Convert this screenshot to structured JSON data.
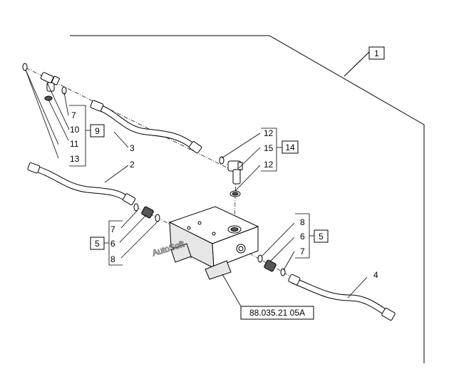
{
  "callouts": {
    "assembly": "1",
    "pipe_2": "2",
    "pipe_3": "3",
    "pipe_4": "4",
    "group_left_top": "9",
    "item_7_top": "7",
    "item_10": "10",
    "item_11": "11",
    "item_13": "13",
    "group_elbow": "14",
    "item_12_upper": "12",
    "item_15": "15",
    "item_12_lower": "12",
    "group_left_bottom": "5",
    "item_7_left": "7",
    "item_6_left": "6",
    "item_8_left": "8",
    "group_right": "5",
    "item_8_right": "8",
    "item_6_right": "6",
    "item_7_right": "7",
    "reference": "88.035.21 05A"
  },
  "watermark": "AutoSoft"
}
